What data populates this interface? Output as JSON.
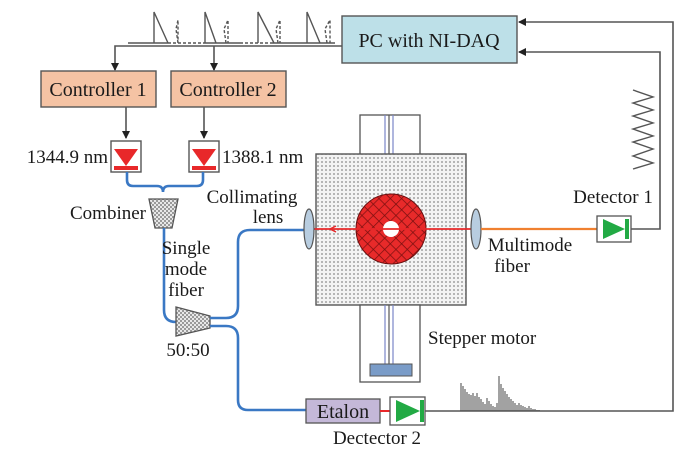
{
  "title": "Dual-wavelength laser absorption measurement setup",
  "blocks": {
    "pc": "PC with NI-DAQ",
    "controller1": "Controller 1",
    "controller2": "Controller 2",
    "etalon": "Etalon"
  },
  "labels": {
    "laser1_wavelength": "1344.9 nm",
    "laser2_wavelength": "1388.1 nm",
    "combiner": "Combiner",
    "collimating_line1": "Collimating",
    "collimating_line2": "lens",
    "single_line1": "Single",
    "single_line2": "mode",
    "single_line3": "fiber",
    "splitter": "50:50",
    "multimode_line1": "Multimode",
    "multimode_line2": "fiber",
    "detector1": "Detector 1",
    "detector2": "Dectector 2",
    "stepper": "Stepper motor"
  },
  "colors": {
    "pc_fill": "#bde0e8",
    "controller_fill": "#f5c3a4",
    "etalon_fill": "#c4b8d8",
    "laser_red": "#e8282a",
    "detector_green": "#22aa44",
    "single_mode_fiber": "#3a78c4",
    "multimode_fiber": "#f08030",
    "beam": "#e8282a",
    "stage_blue": "#7a9cc8"
  },
  "icons": {
    "laser1": "laser-diode-icon",
    "laser2": "laser-diode-icon",
    "detector1": "photodiode-icon",
    "detector2": "photodiode-icon",
    "combiner": "fiber-combiner-icon",
    "splitter": "fiber-splitter-icon",
    "lens_in": "collimating-lens-icon",
    "lens_out": "collimating-lens-icon",
    "sample": "annular-sample-icon"
  }
}
